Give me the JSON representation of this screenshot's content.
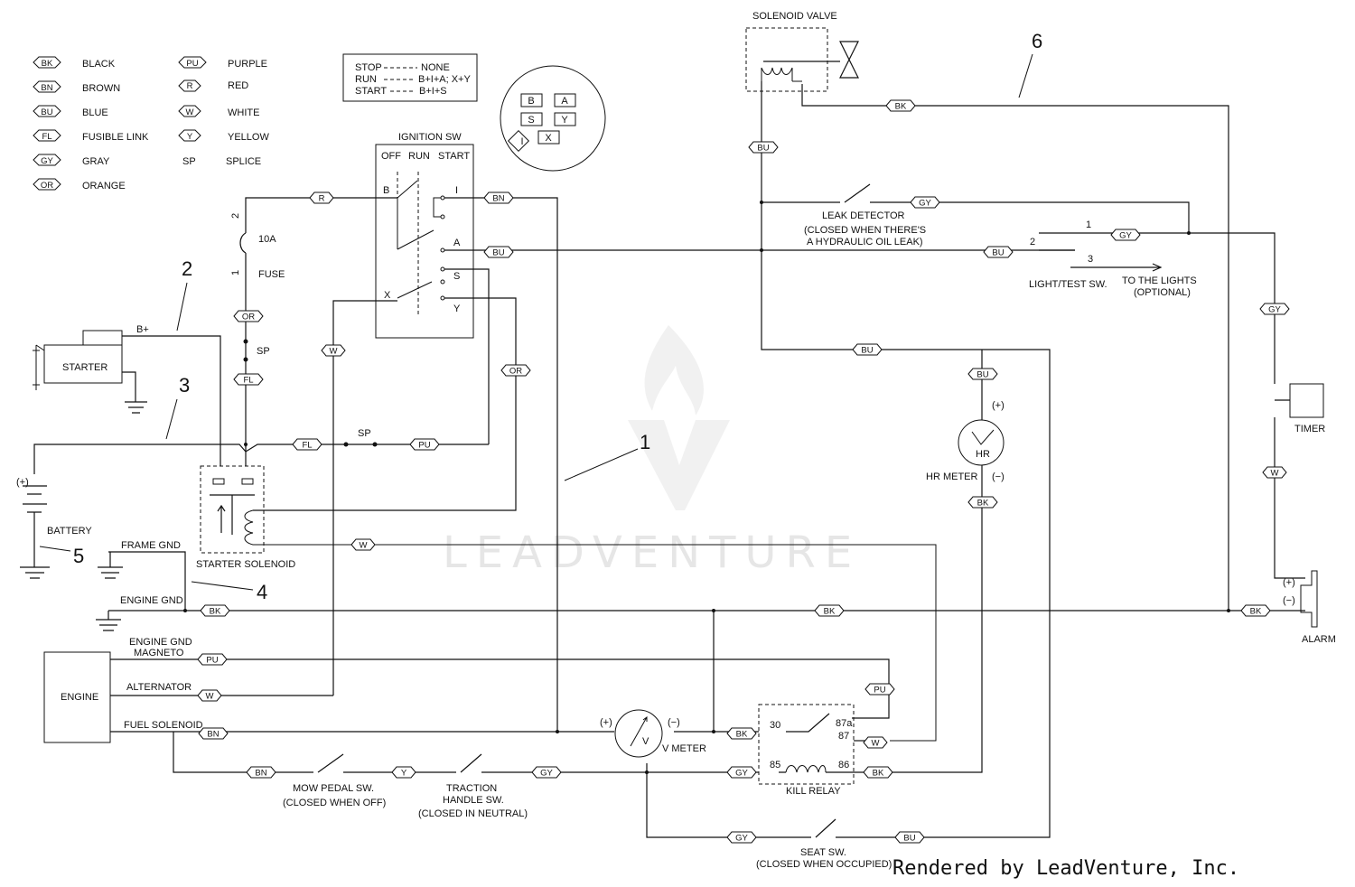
{
  "legend": [
    {
      "code": "BK",
      "name": "BLACK"
    },
    {
      "code": "BN",
      "name": "BROWN"
    },
    {
      "code": "BU",
      "name": "BLUE"
    },
    {
      "code": "FL",
      "name": "FUSIBLE LINK"
    },
    {
      "code": "GY",
      "name": "GRAY"
    },
    {
      "code": "OR",
      "name": "ORANGE"
    },
    {
      "code": "PU",
      "name": "PURPLE"
    },
    {
      "code": "R",
      "name": "RED"
    },
    {
      "code": "W",
      "name": "WHITE"
    },
    {
      "code": "Y",
      "name": "YELLOW"
    },
    {
      "code": "SP",
      "name": "SPLICE"
    }
  ],
  "switch_table": [
    {
      "pos": "STOP",
      "val": "NONE"
    },
    {
      "pos": "RUN",
      "val": "B+I+A; X+Y"
    },
    {
      "pos": "START",
      "val": "B+I+S"
    }
  ],
  "connector_pins": [
    "B",
    "A",
    "S",
    "Y",
    "I",
    "X"
  ],
  "labels": {
    "ignition_sw": "IGNITION SW",
    "ign_off": "OFF",
    "ign_run": "RUN",
    "ign_start": "START",
    "pin_b": "B",
    "pin_i": "I",
    "pin_a": "A",
    "pin_s": "S",
    "pin_x": "X",
    "pin_y": "Y",
    "fuse_amp": "10A",
    "fuse": "FUSE",
    "fuse_pin1": "1",
    "fuse_pin2": "2",
    "sp": "SP",
    "b_plus": "B+",
    "starter": "STARTER",
    "battery": "BATTERY",
    "battery_plus": "(+)",
    "frame_gnd": "FRAME GND",
    "starter_solenoid": "STARTER SOLENOID",
    "engine_gnd": "ENGINE GND",
    "engine_gnd_magneto_1": "ENGINE GND",
    "engine_gnd_magneto_2": "MAGNETO",
    "alternator": "ALTERNATOR",
    "fuel_solenoid": "FUEL SOLENOID",
    "engine": "ENGINE",
    "mow_pedal_1": "MOW PEDAL SW.",
    "mow_pedal_2": "(CLOSED WHEN OFF)",
    "traction_1": "TRACTION",
    "traction_2": "HANDLE SW.",
    "traction_3": "(CLOSED IN NEUTRAL)",
    "v_meter": "V METER",
    "v_meter_symbol": "V",
    "v_plus": "(+)",
    "v_minus": "(−)",
    "kill_relay": "KILL RELAY",
    "relay_30": "30",
    "relay_87a": "87a",
    "relay_87": "87",
    "relay_85": "85",
    "relay_86": "86",
    "seat_sw_1": "SEAT SW.",
    "seat_sw_2": "(CLOSED WHEN OCCUPIED)",
    "solenoid_valve": "SOLENOID VALVE",
    "leak_1": "LEAK DETECTOR",
    "leak_2": "(CLOSED WHEN THERE'S",
    "leak_3": "A HYDRAULIC OIL LEAK)",
    "light_test": "LIGHT/TEST SW.",
    "light_pos1": "1",
    "light_pos2": "2",
    "light_pos3": "3",
    "to_lights_1": "TO THE LIGHTS",
    "to_lights_2": "(OPTIONAL)",
    "hr_meter": "HR METER",
    "hr_symbol": "HR",
    "hr_plus": "(+)",
    "hr_minus": "(−)",
    "timer": "TIMER",
    "alarm": "ALARM",
    "alarm_plus": "(+)",
    "alarm_minus": "(−)"
  },
  "callouts": [
    "1",
    "2",
    "3",
    "4",
    "5",
    "6"
  ],
  "watermark": "LEADVENTURE",
  "credit": "Rendered by LeadVenture, Inc."
}
